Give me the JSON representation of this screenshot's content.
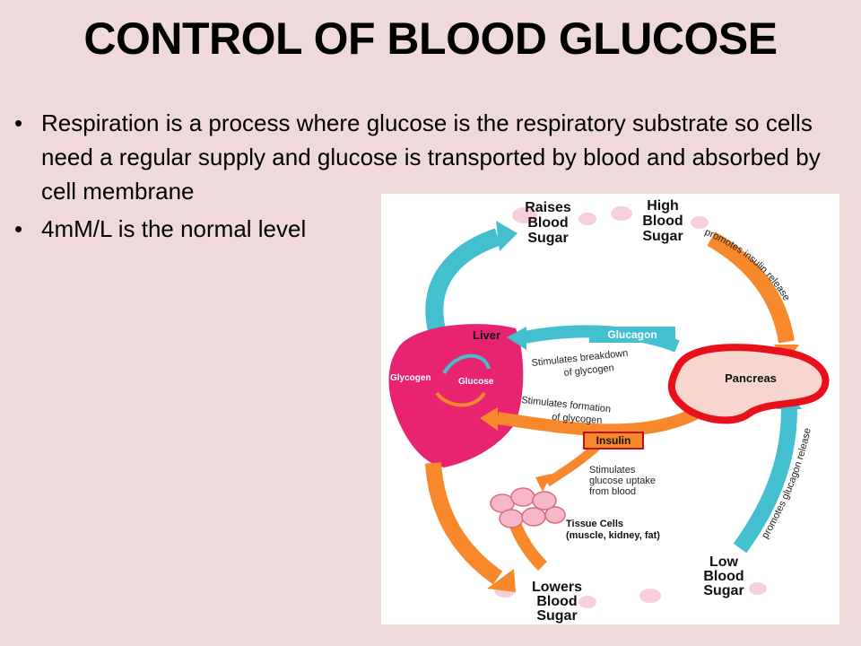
{
  "slide": {
    "title": "CONTROL OF BLOOD GLUCOSE",
    "bullets": [
      "Respiration is a process where glucose is the respiratory substrate so cells need a regular supply and glucose is transported by blood and absorbed by cell membrane",
      "4mM/L is the normal level"
    ],
    "bullet_symbol": "•"
  },
  "diagram": {
    "raises_blood_sugar": [
      "Raises",
      "Blood",
      "Sugar"
    ],
    "high_blood_sugar": [
      "High",
      "Blood",
      "Sugar"
    ],
    "low_blood_sugar": [
      "Low",
      "Blood",
      "Sugar"
    ],
    "lowers_blood_sugar": [
      "Lowers",
      "Blood",
      "Sugar"
    ],
    "liver": "Liver",
    "glycogen": "Glycogen",
    "glucose": "Glucose",
    "glucagon": "Glucagon",
    "insulin": "Insulin",
    "pancreas": "Pancreas",
    "promotes_insulin_release": "promotes insulin release",
    "promotes_glucagon_release": "promotes glucagon release",
    "stimulates_breakdown": [
      "Stimulates breakdown",
      "of glycogen"
    ],
    "stimulates_formation": [
      "Stimulates formation",
      "of glycogen"
    ],
    "stimulates_uptake": [
      "Stimulates",
      "glucose uptake",
      "from blood"
    ],
    "tissue_cells": [
      "Tissue Cells",
      "(muscle, kidney, fat)"
    ],
    "colors": {
      "background": "#efd9da",
      "liver": "#e8236f",
      "cyan_arrow": "#44bfd0",
      "orange_arrow": "#f7892c",
      "pancreas_outline": "#e8101a",
      "pancreas_fill": "#f7d6cf"
    }
  }
}
